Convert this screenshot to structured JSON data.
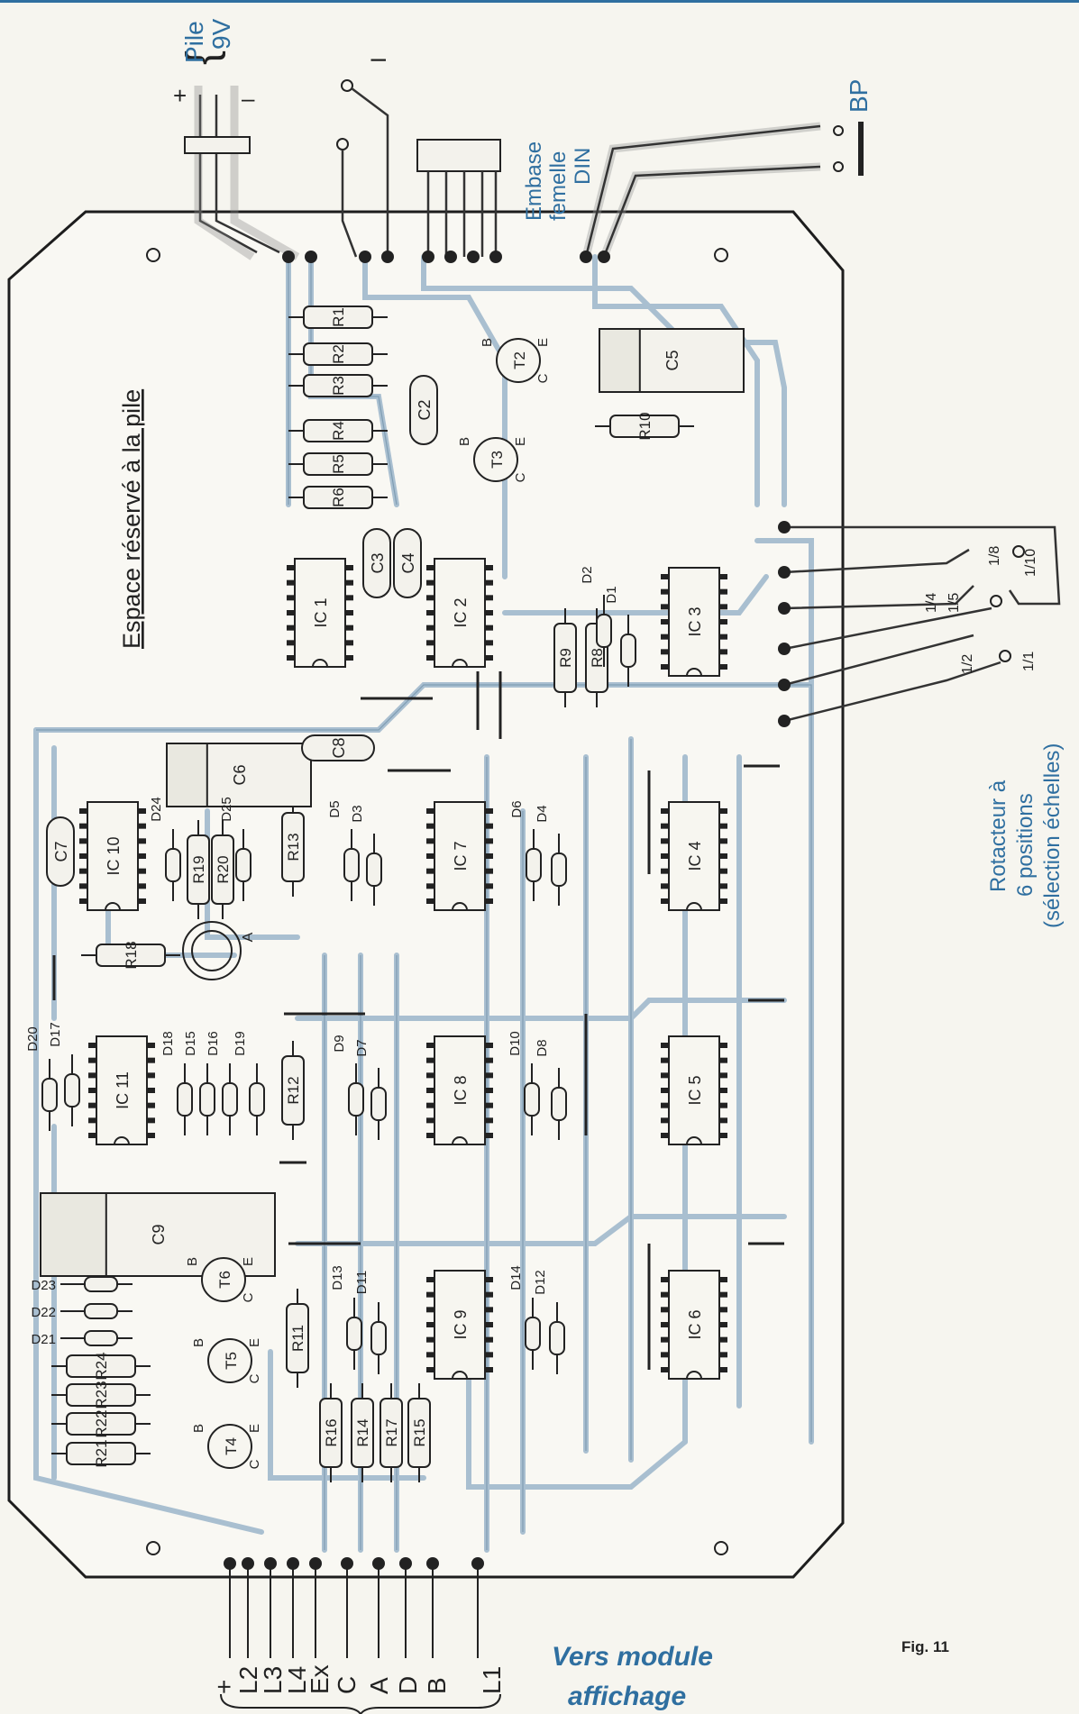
{
  "figure_label": "Fig. 11",
  "board_title": "Espace réservé à la pile",
  "battery": {
    "name": "Pile",
    "voltage": "9V",
    "plus": "+",
    "minus": "–"
  },
  "switch_label": "I",
  "din_connector": {
    "line1": "Embase",
    "line2": "femelle",
    "line3": "DIN"
  },
  "push_button": "BP",
  "rotary_switch": {
    "line1": "Rotacteur à",
    "line2": "6 positions",
    "line3": "(sélection échelles)"
  },
  "rotary_positions": [
    "1/8",
    "1/10",
    "1/4",
    "1/5",
    "1/2",
    "1/1"
  ],
  "display_connector": {
    "line1": "Vers module",
    "line2": "affichage"
  },
  "display_pins": [
    "+",
    "L2",
    "L3",
    "L4",
    "Ex",
    "C",
    "A",
    "D",
    "B",
    "L1"
  ],
  "resistors": [
    "R1",
    "R2",
    "R3",
    "R4",
    "R5",
    "R6",
    "R8",
    "R9",
    "R10",
    "R11",
    "R12",
    "R13",
    "R14",
    "R15",
    "R16",
    "R17",
    "R18",
    "R19",
    "R20",
    "R21",
    "R22",
    "R23",
    "R24"
  ],
  "capacitors": [
    "C2",
    "C3",
    "C4",
    "C5",
    "C6",
    "C7",
    "C8",
    "C9"
  ],
  "ics": [
    "IC 1",
    "IC 2",
    "IC 3",
    "IC 4",
    "IC 5",
    "IC 6",
    "IC 7",
    "IC 8",
    "IC 9",
    "IC 10",
    "IC 11"
  ],
  "transistors": [
    "T2",
    "T3",
    "T4",
    "T5",
    "T6"
  ],
  "diodes": [
    "D1",
    "D2",
    "D3",
    "D4",
    "D5",
    "D6",
    "D7",
    "D8",
    "D9",
    "D10",
    "D11",
    "D12",
    "D13",
    "D14",
    "D15",
    "D16",
    "D17",
    "D18",
    "D19",
    "D20",
    "D21",
    "D22",
    "D23",
    "D24",
    "D25"
  ],
  "pin_letters": {
    "b": "B",
    "c": "C",
    "e": "E",
    "a": "A"
  }
}
